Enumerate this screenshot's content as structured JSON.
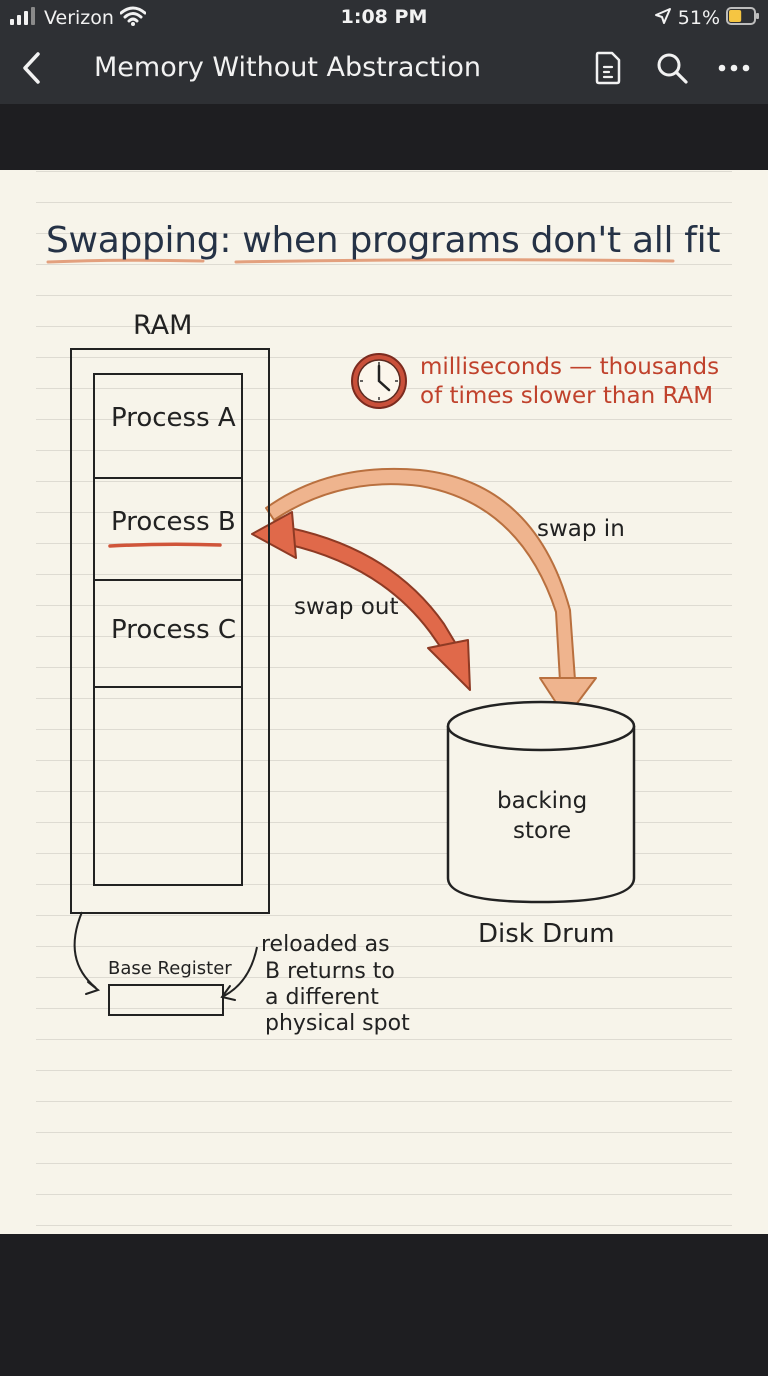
{
  "status_bar": {
    "carrier": "Verizon",
    "time": "1:08 PM",
    "battery_percent": "51%",
    "battery_level": 0.51
  },
  "nav": {
    "title": "Memory Without Abstraction"
  },
  "page": {
    "heading": "Swapping: when programs don't all fit",
    "ram_label": "RAM",
    "processes": [
      "Process A",
      "Process B",
      "Process C"
    ],
    "clock_note_line1": "milliseconds — thousands",
    "clock_note_line2": "of times slower than RAM",
    "swap_in_label": "swap in",
    "swap_out_label": "swap out",
    "backing_store_line1": "backing",
    "backing_store_line2": "store",
    "disk_label": "Disk Drum",
    "base_register_label": "Base Register",
    "reload_note": [
      "reloaded as",
      "B returns to",
      "a different",
      "physical spot"
    ]
  },
  "colors": {
    "chrome_bg": "#2e3034",
    "paper": "#f7f4ea",
    "heading_ink": "#253246",
    "accent_red": "#c0422c",
    "swap_out_arrow": "#e0694a",
    "swap_in_arrow": "#efb48e",
    "underline": "#e3a07e",
    "battery_yellow": "#f5c542"
  }
}
